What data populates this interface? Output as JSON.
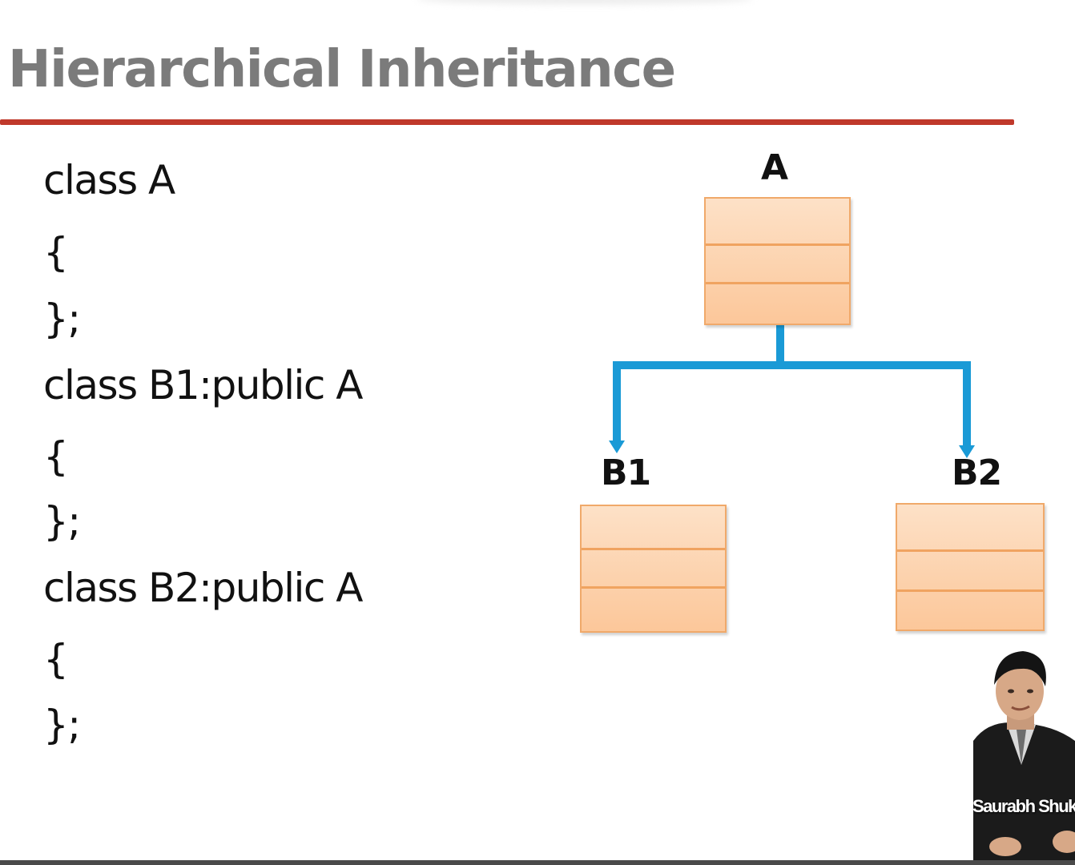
{
  "slide": {
    "title": "Hierarchical Inheritance",
    "code_lines": [
      "class A",
      "{",
      "};",
      "class B1:public A",
      "{",
      "};",
      "class B2:public A",
      "{",
      "};"
    ]
  },
  "diagram": {
    "parent": {
      "label": "A"
    },
    "children": [
      {
        "label": "B1"
      },
      {
        "label": "B2"
      }
    ],
    "colors": {
      "connector": "#1a9ad6",
      "box_fill_top": "#fde1c7",
      "box_fill_bottom": "#fcc79a",
      "box_border": "#f0a96a",
      "title_rule": "#c0392b",
      "title_text": "#7b7b7b"
    }
  },
  "presenter": {
    "name_caption": "Saurabh Shukla"
  }
}
